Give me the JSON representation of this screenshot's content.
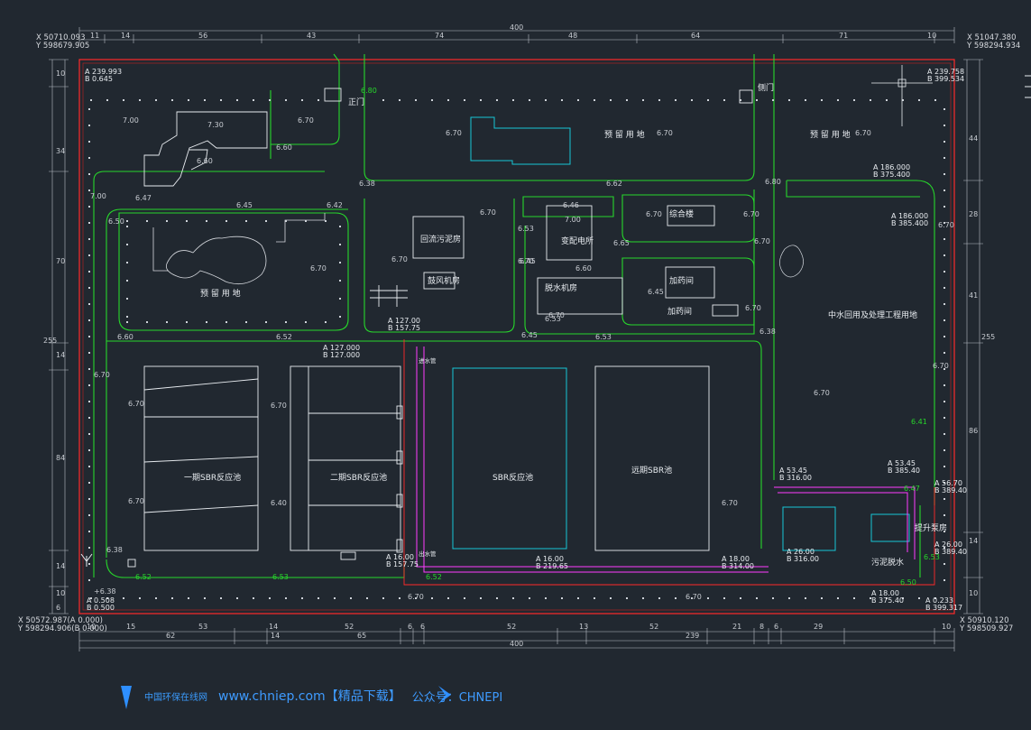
{
  "dims_top": {
    "total": "400",
    "segments": [
      "11",
      "14",
      "56",
      "43",
      "74",
      "48",
      "64",
      "71",
      "10"
    ]
  },
  "dims_bottom": {
    "row1": [
      "10",
      "15",
      "53",
      "14",
      "52",
      "6",
      "6",
      "52",
      "13",
      "52",
      "21",
      "8",
      "6",
      "29",
      "10"
    ],
    "row2": [
      "62",
      "14",
      "65",
      "239"
    ],
    "total": "400"
  },
  "dims_left": [
    "10",
    "34",
    "70",
    "14",
    "255",
    "84",
    "14",
    "10",
    "6"
  ],
  "dims_right": [
    "44",
    "28",
    "41",
    "86",
    "14",
    "10",
    "255"
  ],
  "coords": {
    "top_left": [
      "X 50710.093",
      "Y 598679.905"
    ],
    "top_right": [
      "X 51047.380",
      "Y 598294.934"
    ],
    "bottom_left": [
      "X 50572.987(A 0.000)",
      "Y 598294.906(B 0.000)"
    ],
    "bottom_right": [
      "X 50910.120",
      "Y 598509.927"
    ]
  },
  "ab_labels": [
    {
      "a": "A 239.993",
      "b": "B 0.645"
    },
    {
      "a": "A 239.758",
      "b": "B 399.534"
    },
    {
      "a": "A 186.000",
      "b": "B 375.400"
    },
    {
      "a": "A 186.000",
      "b": "B 385.400"
    },
    {
      "a": "A 127.00",
      "b": "B 157.75"
    },
    {
      "a": "A 127.000",
      "b": "B 127.000"
    },
    {
      "a": "A 53.45",
      "b": "B 316.00"
    },
    {
      "a": "A 53.45",
      "b": "B 385.40"
    },
    {
      "a": "A 56.70",
      "b": "B 389.40"
    },
    {
      "a": "A 26.00",
      "b": "B 389.40"
    },
    {
      "a": "A 18.00",
      "b": "B 314.00"
    },
    {
      "a": "A 26.00",
      "b": "B 316.00"
    },
    {
      "a": "A 16.00",
      "b": "B 219.65"
    },
    {
      "a": "A 16.00",
      "b": "B 157.75"
    },
    {
      "a": "A 18.00",
      "b": "B 375.40"
    },
    {
      "a": "A 0.233",
      "b": "B 399.317"
    },
    {
      "a": "A 0.508",
      "b": "B 0.500"
    }
  ],
  "labels": {
    "gate_west": "正门",
    "gate_east": "侧门",
    "reserve_1": "预 留 用 地",
    "reserve_2": "预 留 用 地",
    "reserve_3": "预 留 用 地",
    "future_plant": "中水回用及处理工程用地",
    "sbr1": "一期SBR反应池",
    "sbr2": "二期SBR反应池",
    "sbr3": "SBR反应池",
    "sbr4": "远期SBR池",
    "pump_house": "回流污泥房",
    "blower": "鼓风机房",
    "dewater": "脱水机房",
    "power": "变配电所",
    "office": "综合楼",
    "chem": "加药间",
    "dosing": "加药间",
    "sludge": "污泥脱水",
    "lift": "提升泵房",
    "pipe_label_1": "进水管",
    "pipe_label_2": "出水管"
  },
  "elevations": [
    "7.00",
    "6.70",
    "7.30",
    "6.60",
    "6.60",
    "7.00",
    "6.47",
    "6.45",
    "6.42",
    "6.50",
    "6.70",
    "6.38",
    "6.70",
    "6.62",
    "6.70",
    "6.70",
    "6.70",
    "6.46",
    "6.80",
    "6.70",
    "6.53",
    "6.65",
    "6.70",
    "7.00",
    "6.70",
    "6.70",
    "6.60",
    "6.45",
    "6.60",
    "6.52",
    "6.45",
    "6.53",
    "6.53",
    "6.45",
    "6.70",
    "6.70",
    "6.70",
    "6.70",
    "6.70",
    "6.70",
    "6.40",
    "6.38",
    "6.52",
    "6.53",
    "6.52",
    "6.70",
    "6.70",
    "6.70",
    "6.70",
    "6.41",
    "6.47",
    "6.53",
    "6.50",
    "6.70",
    "6.70",
    "6.70",
    "+6.38",
    "6.80",
    "6.38"
  ],
  "footer": {
    "brand": "中国环保在线网",
    "url": "www.chniep.com【精品下载】",
    "wechat": "公众号：CHNEPI"
  },
  "colors": {
    "background": "#212830",
    "boundary": "#ff2a2a",
    "road": "#27d62b",
    "building": "#ffffff",
    "highlight": "#16c6d6",
    "dimension": "#d0d0d0",
    "pipe": "#ff3cff",
    "logo": "#2e8fff"
  }
}
